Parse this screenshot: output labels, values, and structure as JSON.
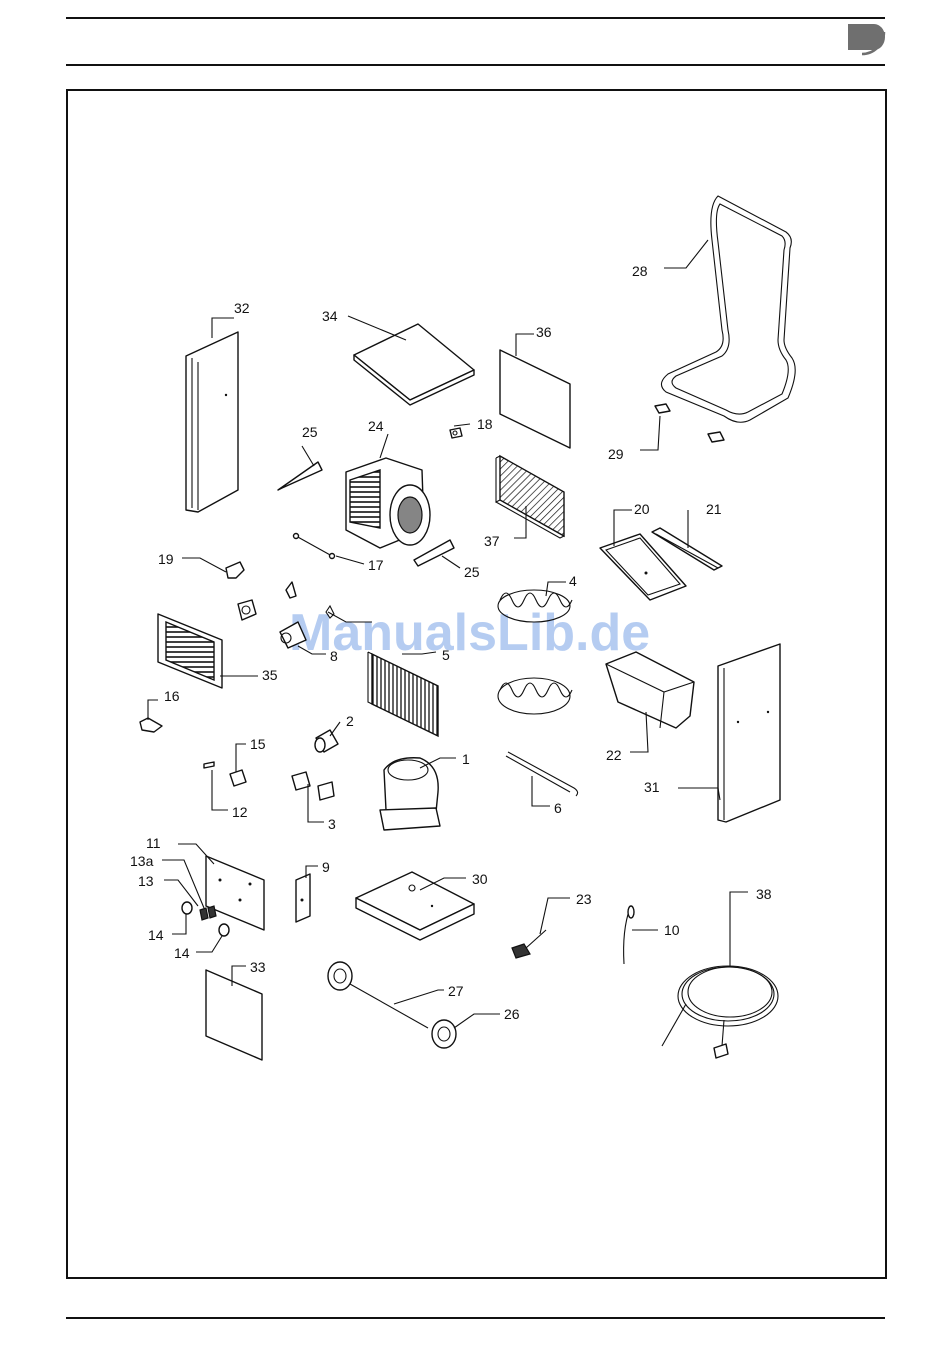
{
  "watermark": "ManualsLib.de",
  "logo": {
    "name": "brand-logo-mark",
    "color": "#6f6f6f"
  },
  "callouts": {
    "c1": "1",
    "c2": "2",
    "c3": "3",
    "c4": "4",
    "c5": "5",
    "c6": "6",
    "c8": "8",
    "c9": "9",
    "c10": "10",
    "c11": "11",
    "c12": "12",
    "c13": "13",
    "c13a": "13a",
    "c14a": "14",
    "c14b": "14",
    "c15": "15",
    "c16": "16",
    "c17": "17",
    "c18": "18",
    "c19": "19",
    "c20": "20",
    "c21": "21",
    "c22": "22",
    "c23": "23",
    "c24": "24",
    "c25a": "25",
    "c25b": "25",
    "c26": "26",
    "c27": "27",
    "c28": "28",
    "c29": "29",
    "c30": "30",
    "c31": "31",
    "c32": "32",
    "c33": "33",
    "c34": "34",
    "c35": "35",
    "c36": "36",
    "c37": "37",
    "c38": "38"
  }
}
